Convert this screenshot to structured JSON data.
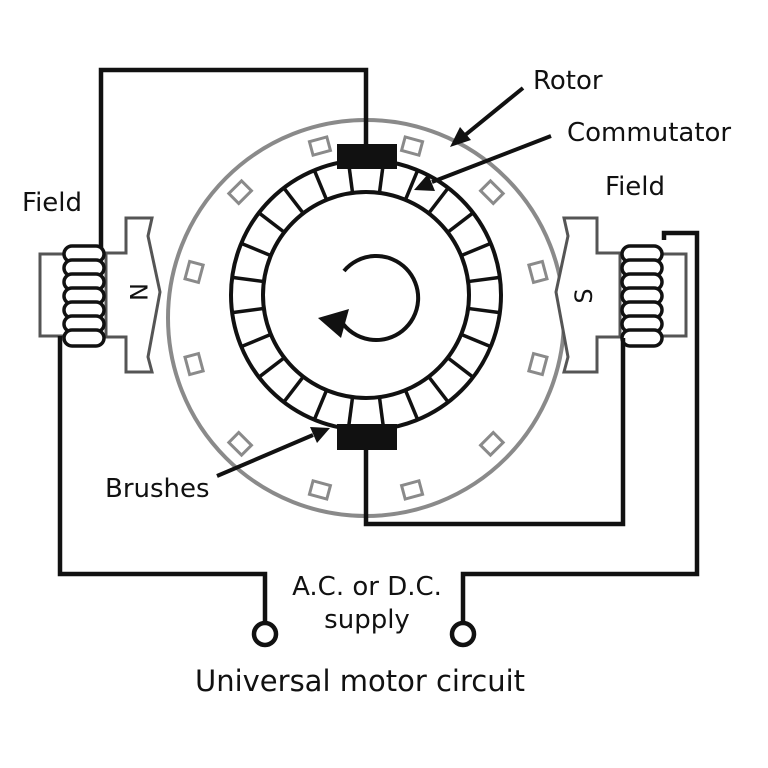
{
  "labels": {
    "rotor": "Rotor",
    "commutator": "Commutator",
    "field_left": "Field",
    "field_right": "Field",
    "brushes": "Brushes",
    "supply_line1": "A.C. or D.C.",
    "supply_line2": "supply",
    "caption": "Universal motor circuit",
    "pole_north": "N",
    "pole_south": "S"
  },
  "commutator": {
    "segments": 24
  },
  "rotor": {
    "slots": 12
  }
}
